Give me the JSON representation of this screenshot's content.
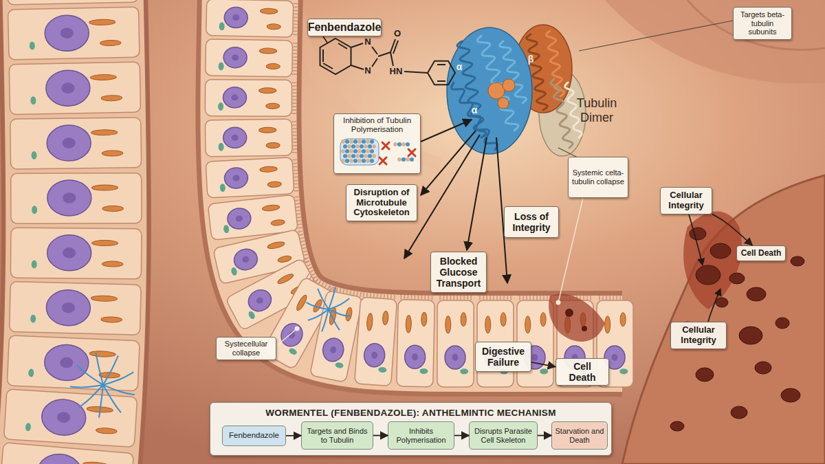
{
  "diagram": {
    "nodes": [
      {
        "text": [
          "Fenbendazole"
        ]
      },
      {
        "text": [
          "Targets beta-tubulin subunits"
        ]
      },
      {
        "text": [
          "Inhibition of Tubulin Polymerisation"
        ]
      },
      {
        "text": [
          "Systemic celta-tubulin collapse"
        ]
      },
      {
        "text": [
          "Cellular Integrity"
        ]
      },
      {
        "text": [
          "Loss of Integrity"
        ]
      },
      {
        "text": [
          "Disruption of Microtubule Cytoskeleton"
        ]
      },
      {
        "text": [
          "Cell Death"
        ]
      },
      {
        "text": [
          "Blocked Glucose Transport"
        ]
      },
      {
        "text": [
          "Cellular Integrity"
        ]
      },
      {
        "text": [
          "Systecellular collapse"
        ]
      },
      {
        "text": [
          "Digestive Failure"
        ]
      },
      {
        "text": [
          "Cell Death"
        ]
      },
      {
        "text": [
          "WORMENTEL (FENBENDAZOLE): ANTHELMINTIC MECHANISM"
        ]
      },
      {
        "text": [
          "Fenbendazole"
        ],
        "in": 13
      },
      {
        "text": [
          "Targets and Binds to Tubulin"
        ],
        "in": 13
      },
      {
        "text": [
          "Inhibits Polymerisation"
        ],
        "in": 13
      },
      {
        "text": [
          "Disrupts Parasite Cell Skeleton"
        ],
        "in": 13
      },
      {
        "text": [
          "Starvation and Death"
        ],
        "in": 13
      }
    ],
    "edges": [
      {
        "from": 4,
        "to": 7,
        "arrow": "to"
      },
      {
        "from": 11,
        "to": 12,
        "arrow": "to"
      },
      {
        "from": 14,
        "to": 15,
        "arrow": "to"
      },
      {
        "from": 15,
        "to": 16,
        "arrow": "to"
      },
      {
        "from": 16,
        "to": 17,
        "arrow": "to"
      },
      {
        "from": 17,
        "to": 18,
        "arrow": "to"
      }
    ],
    "labels": [
      "Tubulin Dimer",
      "α",
      "β",
      "α",
      "N",
      "N",
      "O",
      "HN"
    ]
  }
}
